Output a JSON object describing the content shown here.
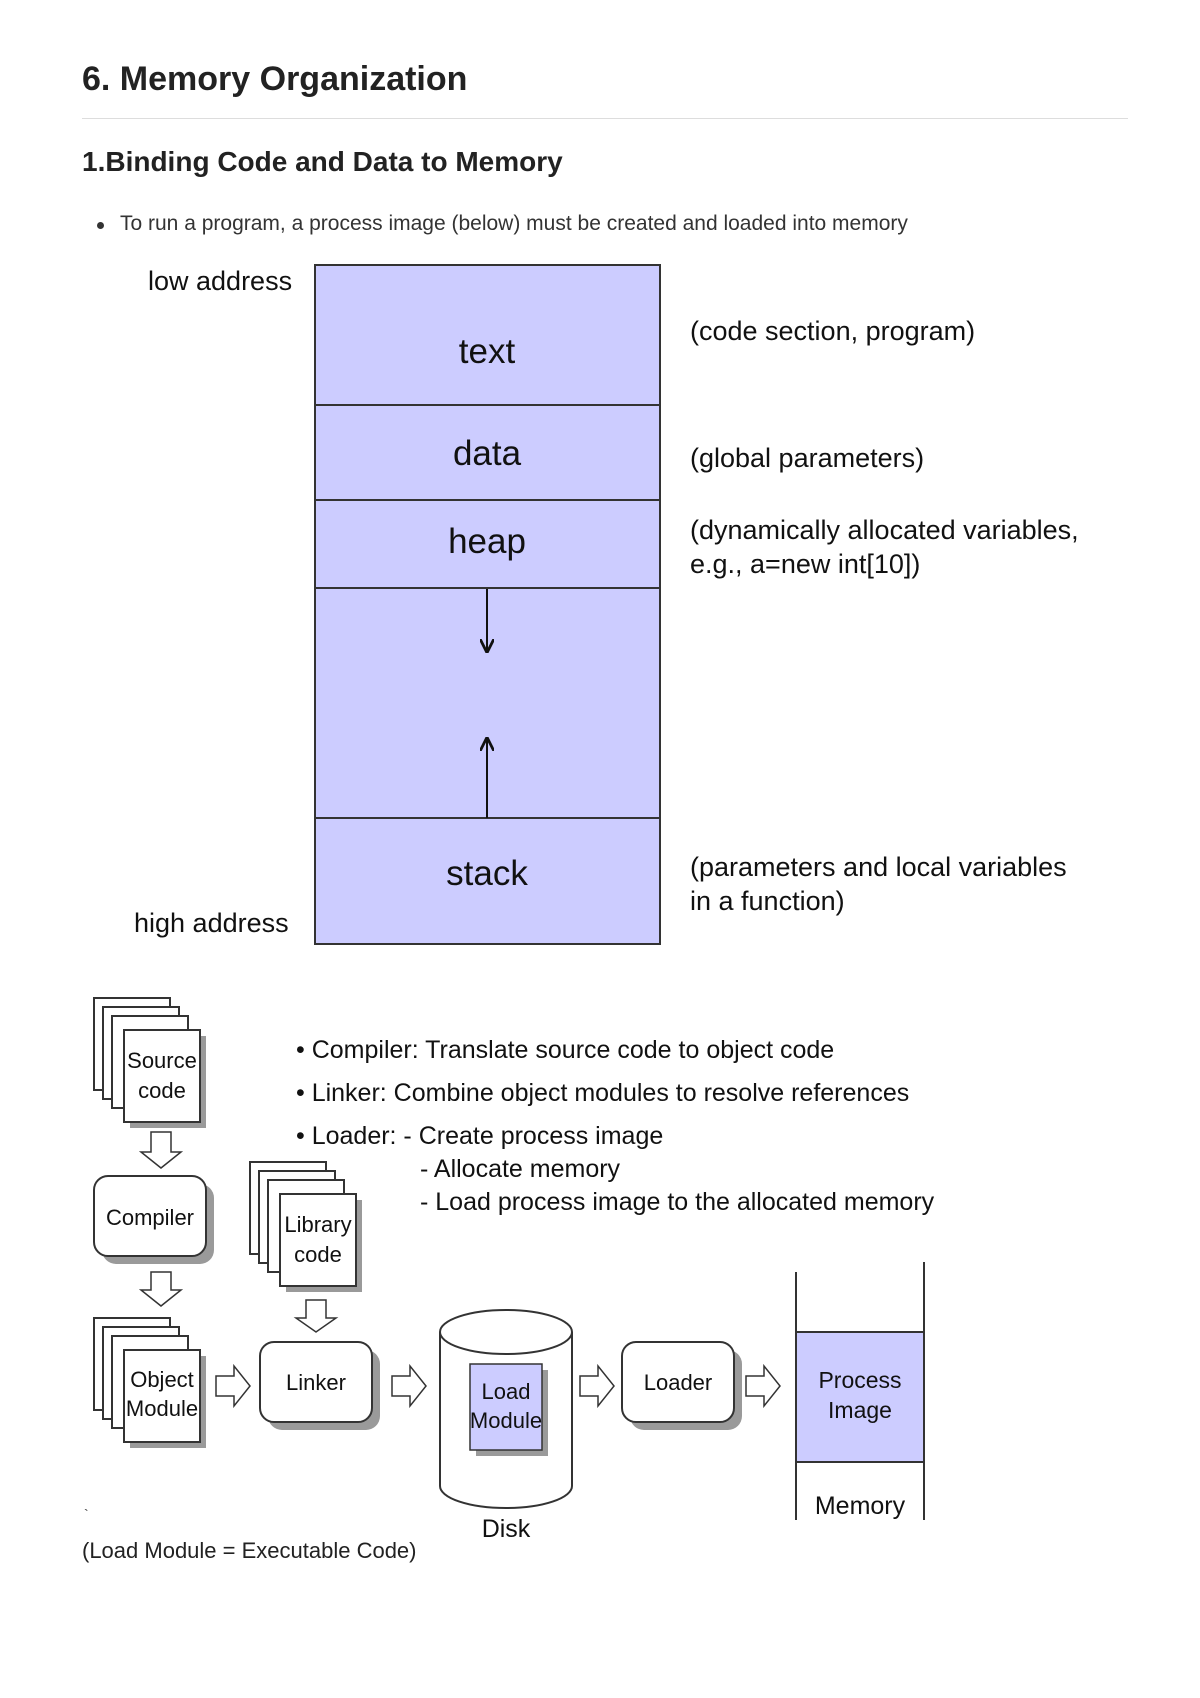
{
  "page": {
    "title": "6. Memory Organization",
    "section_title": "1.Binding Code and Data to Memory",
    "bullets": [
      "To run a program, a process image (below) must be created and loaded into memory"
    ],
    "footnote": "(Load Module = Executable Code)",
    "stray_mark": "`"
  },
  "memory_layout": {
    "low_label": "low address",
    "high_label": "high address",
    "fill_color": "#ccccff",
    "segments": [
      {
        "name": "text",
        "note": [
          "(code section, program)"
        ]
      },
      {
        "name": "data",
        "note": [
          "(global parameters)"
        ]
      },
      {
        "name": "heap",
        "note": [
          "(dynamically allocated variables,",
          "e.g., a=new int[10])"
        ]
      },
      {
        "name": "",
        "note": []
      },
      {
        "name": "stack",
        "note": [
          "(parameters and local variables",
          "in a function)"
        ]
      }
    ]
  },
  "build_flow": {
    "notes": [
      {
        "text": "• Compiler: Translate source code to object code"
      },
      {
        "text": "• Linker: Combine object modules to resolve references"
      },
      {
        "text": "• Loader:  - Create process image"
      },
      {
        "text": "- Allocate memory"
      },
      {
        "text": "- Load process image to the allocated memory"
      }
    ],
    "source_code": [
      "Source",
      "code"
    ],
    "compiler": "Compiler",
    "library_code": [
      "Library",
      "code"
    ],
    "object_module": [
      "Object",
      "Module"
    ],
    "linker": "Linker",
    "load_module": [
      "Load",
      "Module"
    ],
    "disk": "Disk",
    "loader": "Loader",
    "process_image": [
      "Process",
      "Image"
    ],
    "memory": "Memory"
  }
}
